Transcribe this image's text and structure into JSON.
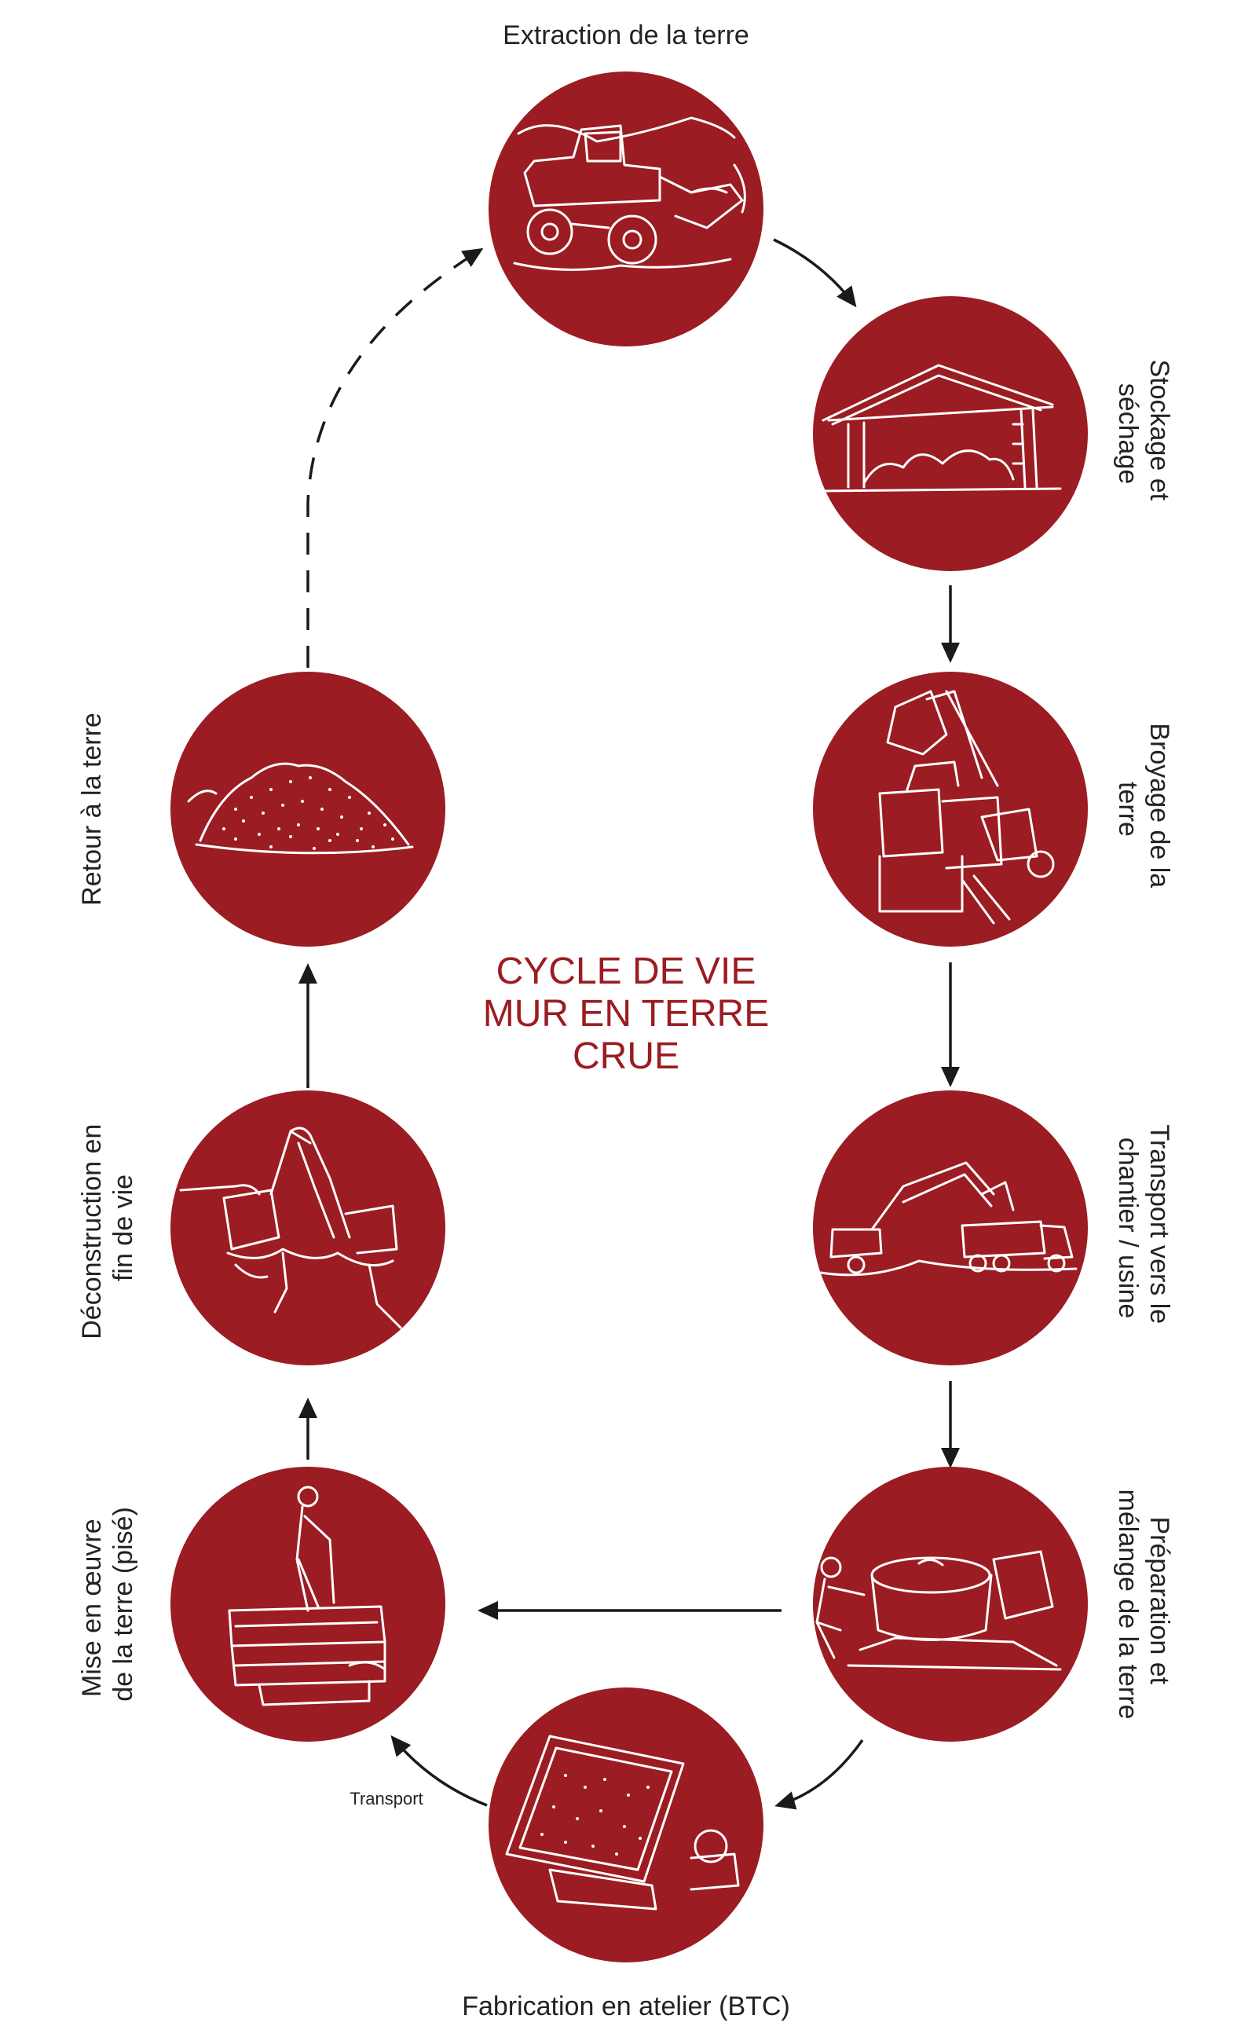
{
  "colors": {
    "circle": "#9b1c22",
    "sketch": "#ffffff",
    "arrow": "#1a1a1a",
    "title": "#9b1c22",
    "label": "#222222"
  },
  "title": {
    "line1": "CYCLE DE VIE",
    "line2": "MUR EN TERRE",
    "line3": "CRUE"
  },
  "stages": [
    {
      "id": "extraction",
      "icon": "wheel-loader-icon",
      "label": [
        "Extraction de la terre"
      ]
    },
    {
      "id": "stockage",
      "icon": "storage-shed-icon",
      "label": [
        "Stockage et",
        "séchage"
      ]
    },
    {
      "id": "broyage",
      "icon": "crusher-machine-icon",
      "label": [
        "Broyage de la",
        "terre"
      ]
    },
    {
      "id": "transport",
      "icon": "excavator-truck-icon",
      "label": [
        "Transport vers le",
        "chantier / usine"
      ]
    },
    {
      "id": "preparation",
      "icon": "mixer-worker-icon",
      "label": [
        "Préparation et",
        "mélange de la terre"
      ]
    },
    {
      "id": "fabrication",
      "icon": "brick-press-icon",
      "label": [
        "Fabrication en atelier (BTC)"
      ]
    },
    {
      "id": "mise-en-oeuvre",
      "icon": "rammed-earth-worker-icon",
      "label": [
        "Mise en œuvre",
        "de la terre (pisé)"
      ]
    },
    {
      "id": "deconstruction",
      "icon": "demolition-excavator-icon",
      "label": [
        "Déconstruction en",
        "fin de vie"
      ]
    },
    {
      "id": "retour",
      "icon": "earth-pile-icon",
      "label": [
        "Retour à la terre"
      ]
    }
  ],
  "edge_labels": {
    "transport": "Transport"
  }
}
